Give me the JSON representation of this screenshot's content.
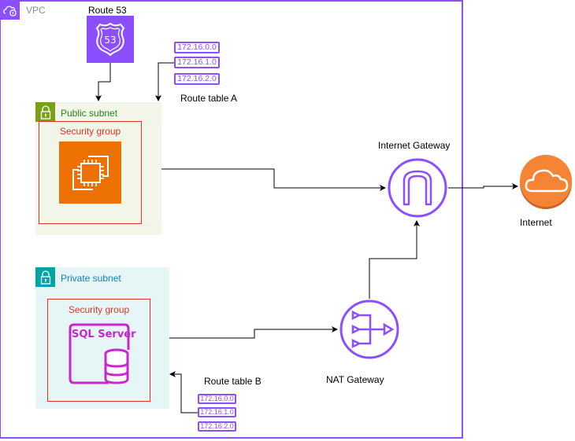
{
  "vpc": {
    "label": "VPC",
    "icon": "vpc-cloud-icon",
    "color": "#8C4FFF"
  },
  "route53": {
    "label": "Route 53",
    "icon_text": "53",
    "icon": "route53-shield-icon"
  },
  "route_table_a": {
    "label": "Route table A",
    "entries": [
      "172.16.0.0",
      "172.16.1.0",
      "172.16.2.0"
    ]
  },
  "route_table_b": {
    "label": "Route table B",
    "entries": [
      "172.16.0.0",
      "172.16.1.0",
      "172.16.2.0"
    ]
  },
  "public_subnet": {
    "label": "Public subnet",
    "icon": "lock-icon",
    "color": "#7AA116",
    "security_group": {
      "label": "Security group",
      "resource": "ec2-instance",
      "icon": "ec2-chip-icon"
    }
  },
  "private_subnet": {
    "label": "Private subnet",
    "icon": "lock-icon",
    "color": "#00A4A6",
    "security_group": {
      "label": "Security group",
      "resource_label": "SQL Server",
      "icon": "database-icon"
    }
  },
  "internet_gateway": {
    "label": "Internet Gateway",
    "icon": "internet-gateway-icon"
  },
  "nat_gateway": {
    "label": "NAT Gateway",
    "icon": "nat-gateway-icon"
  },
  "internet": {
    "label": "Internet",
    "icon": "cloud-icon",
    "color": "#F58534"
  },
  "connections": [
    {
      "from": "route53",
      "to": "public_subnet"
    },
    {
      "from": "route_table_a",
      "to": "public_subnet"
    },
    {
      "from": "public_subnet",
      "to": "internet_gateway"
    },
    {
      "from": "internet_gateway",
      "to": "internet"
    },
    {
      "from": "private_subnet",
      "to": "nat_gateway"
    },
    {
      "from": "nat_gateway",
      "to": "internet_gateway"
    },
    {
      "from": "route_table_b",
      "to": "private_subnet"
    }
  ]
}
